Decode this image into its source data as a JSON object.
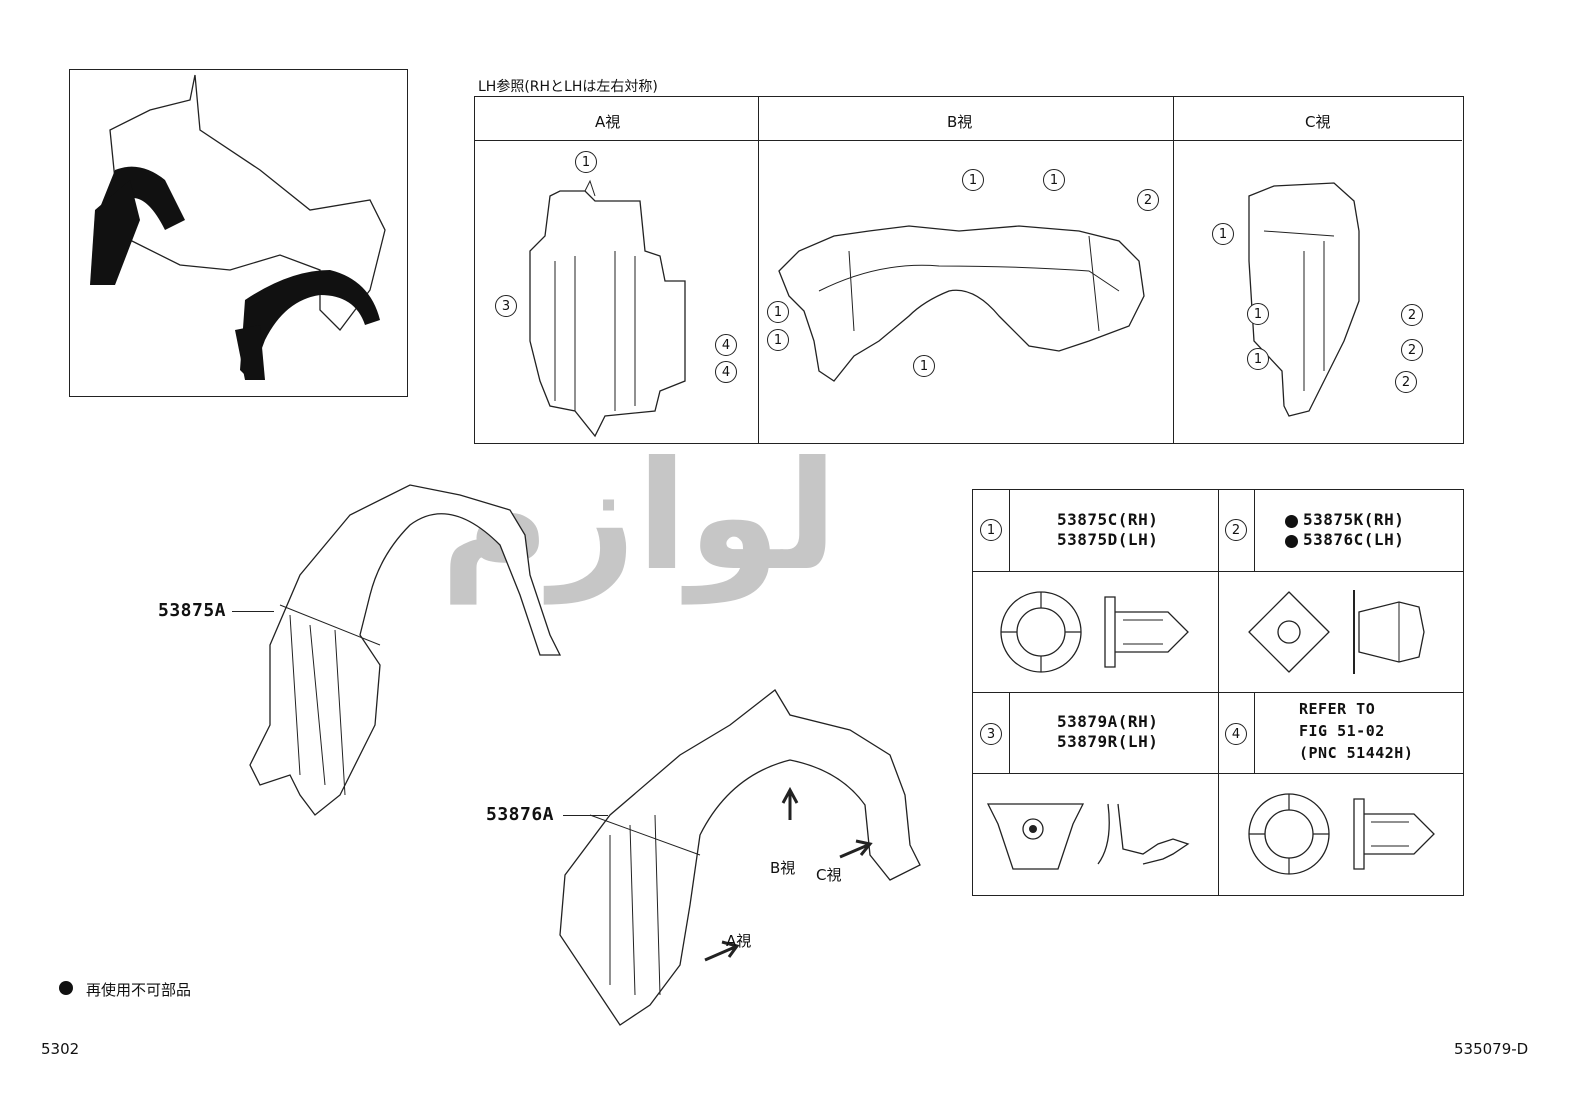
{
  "header_note": "LH参照(RHとLHは左右対称)",
  "views": [
    {
      "label": "A視"
    },
    {
      "label": "B視"
    },
    {
      "label": "C視"
    }
  ],
  "callouts": {
    "one": "1",
    "two": "2",
    "three": "3",
    "four": "4"
  },
  "parts": {
    "upper": "53875A",
    "lower": "53876A"
  },
  "view_arrows": {
    "a": "A視",
    "b": "B視",
    "c": "C視"
  },
  "watermark": "لوازم",
  "table": {
    "rows": [
      {
        "num": "1",
        "line1": "53875C(RH)",
        "line2": "53875D(LH)",
        "bullet": false
      },
      {
        "num": "2",
        "line1": "53875K(RH)",
        "line2": "53876C(LH)",
        "bullet": true
      },
      {
        "num": "3",
        "line1": "53879A(RH)",
        "line2": "53879R(LH)",
        "bullet": false
      },
      {
        "num": "4",
        "line1": "REFER TO",
        "line2": "FIG 51-02",
        "line3": "(PNC 51442H)",
        "bullet": false
      }
    ]
  },
  "legend_text": "再使用不可部品",
  "footer_left": "5302",
  "footer_right": "535079-D"
}
